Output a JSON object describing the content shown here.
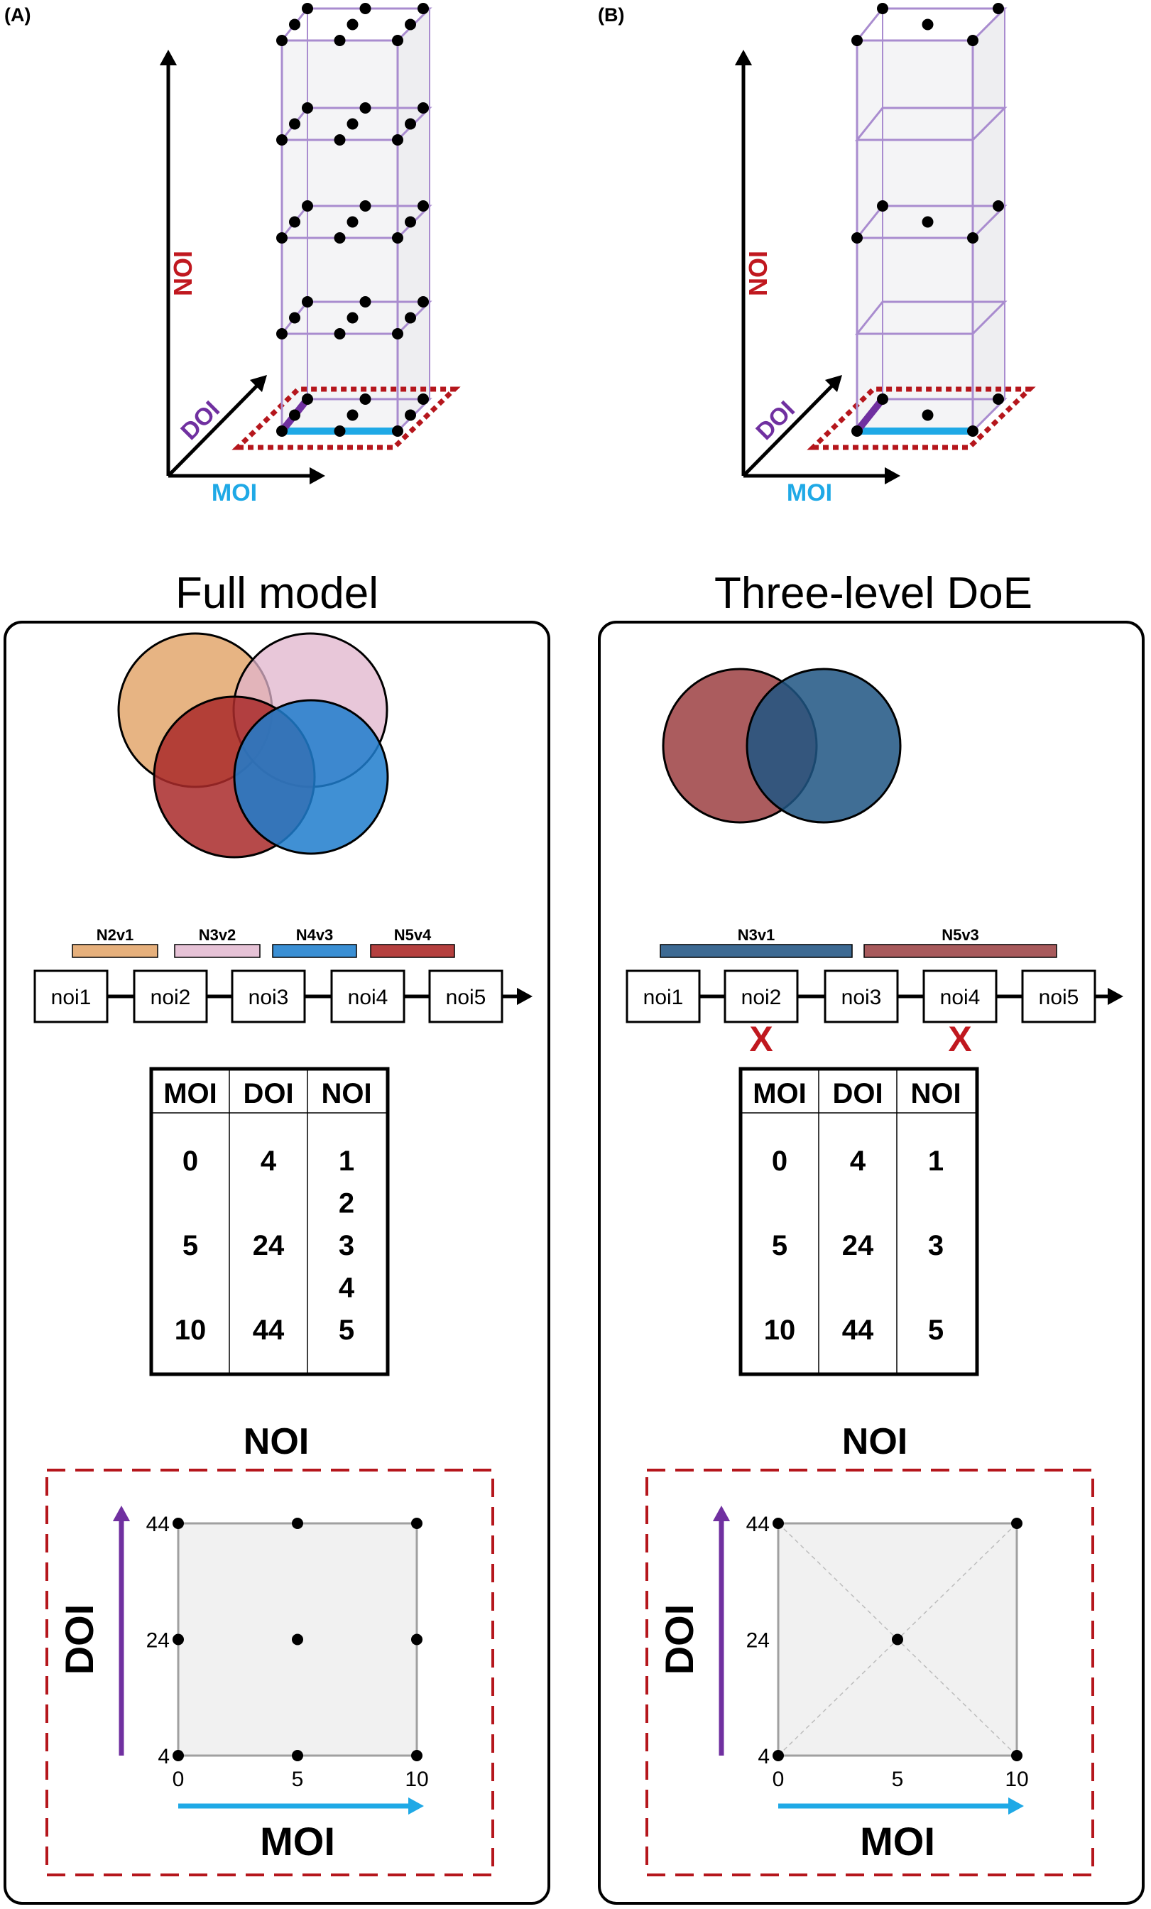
{
  "panels": {
    "A": {
      "label": "(A)",
      "title": "Full model",
      "axes": {
        "noi": "NOI",
        "doi": "DOI",
        "moi": "MOI"
      },
      "segments": [
        {
          "name": "N2v1",
          "color": "#e6b07c"
        },
        {
          "name": "N3v2",
          "color": "#e6c2d6"
        },
        {
          "name": "N4v3",
          "color": "#3a8fd4"
        },
        {
          "name": "N5v4",
          "color": "#b5403f"
        }
      ],
      "nodes": [
        "noi1",
        "noi2",
        "noi3",
        "noi4",
        "noi5"
      ],
      "table": {
        "headers": [
          "MOI",
          "DOI",
          "NOI"
        ],
        "moi": [
          "0",
          "",
          "5",
          "",
          "10"
        ],
        "doi": [
          "4",
          "",
          "24",
          "",
          "44"
        ],
        "noi": [
          "1",
          "2",
          "3",
          "4",
          "5"
        ]
      },
      "bottom": {
        "title": "NOI",
        "xlabel": "MOI",
        "ylabel": "DOI",
        "xticks": [
          "0",
          "5",
          "10"
        ],
        "yticks": [
          "4",
          "24",
          "44"
        ],
        "points": [
          [
            0,
            4
          ],
          [
            5,
            4
          ],
          [
            10,
            4
          ],
          [
            0,
            24
          ],
          [
            5,
            24
          ],
          [
            10,
            24
          ],
          [
            0,
            44
          ],
          [
            5,
            44
          ],
          [
            10,
            44
          ]
        ]
      }
    },
    "B": {
      "label": "(B)",
      "title": "Three-level DoE",
      "axes": {
        "noi": "NOI",
        "doi": "DOI",
        "moi": "MOI"
      },
      "segments": [
        {
          "name": "N3v1",
          "color": "#3d6a93"
        },
        {
          "name": "N5v3",
          "color": "#a85a5c"
        }
      ],
      "nodes": [
        "noi1",
        "noi2",
        "noi3",
        "noi4",
        "noi5"
      ],
      "removed_nodes": [
        "noi2",
        "noi4"
      ],
      "removed_mark": "X",
      "table": {
        "headers": [
          "MOI",
          "DOI",
          "NOI"
        ],
        "moi": [
          "0",
          "5",
          "10"
        ],
        "doi": [
          "4",
          "24",
          "44"
        ],
        "noi": [
          "1",
          "3",
          "5"
        ]
      },
      "bottom": {
        "title": "NOI",
        "xlabel": "MOI",
        "ylabel": "DOI",
        "xticks": [
          "0",
          "5",
          "10"
        ],
        "yticks": [
          "4",
          "24",
          "44"
        ],
        "points": [
          [
            0,
            4
          ],
          [
            10,
            4
          ],
          [
            5,
            24
          ],
          [
            0,
            44
          ],
          [
            10,
            44
          ]
        ]
      }
    }
  },
  "colors": {
    "noi_axis": "#c0181f",
    "doi_axis": "#7030a0",
    "moi_axis": "#1fa9e6",
    "cube_edge": "#a98ccf",
    "dashed_border": "#b5161c"
  }
}
